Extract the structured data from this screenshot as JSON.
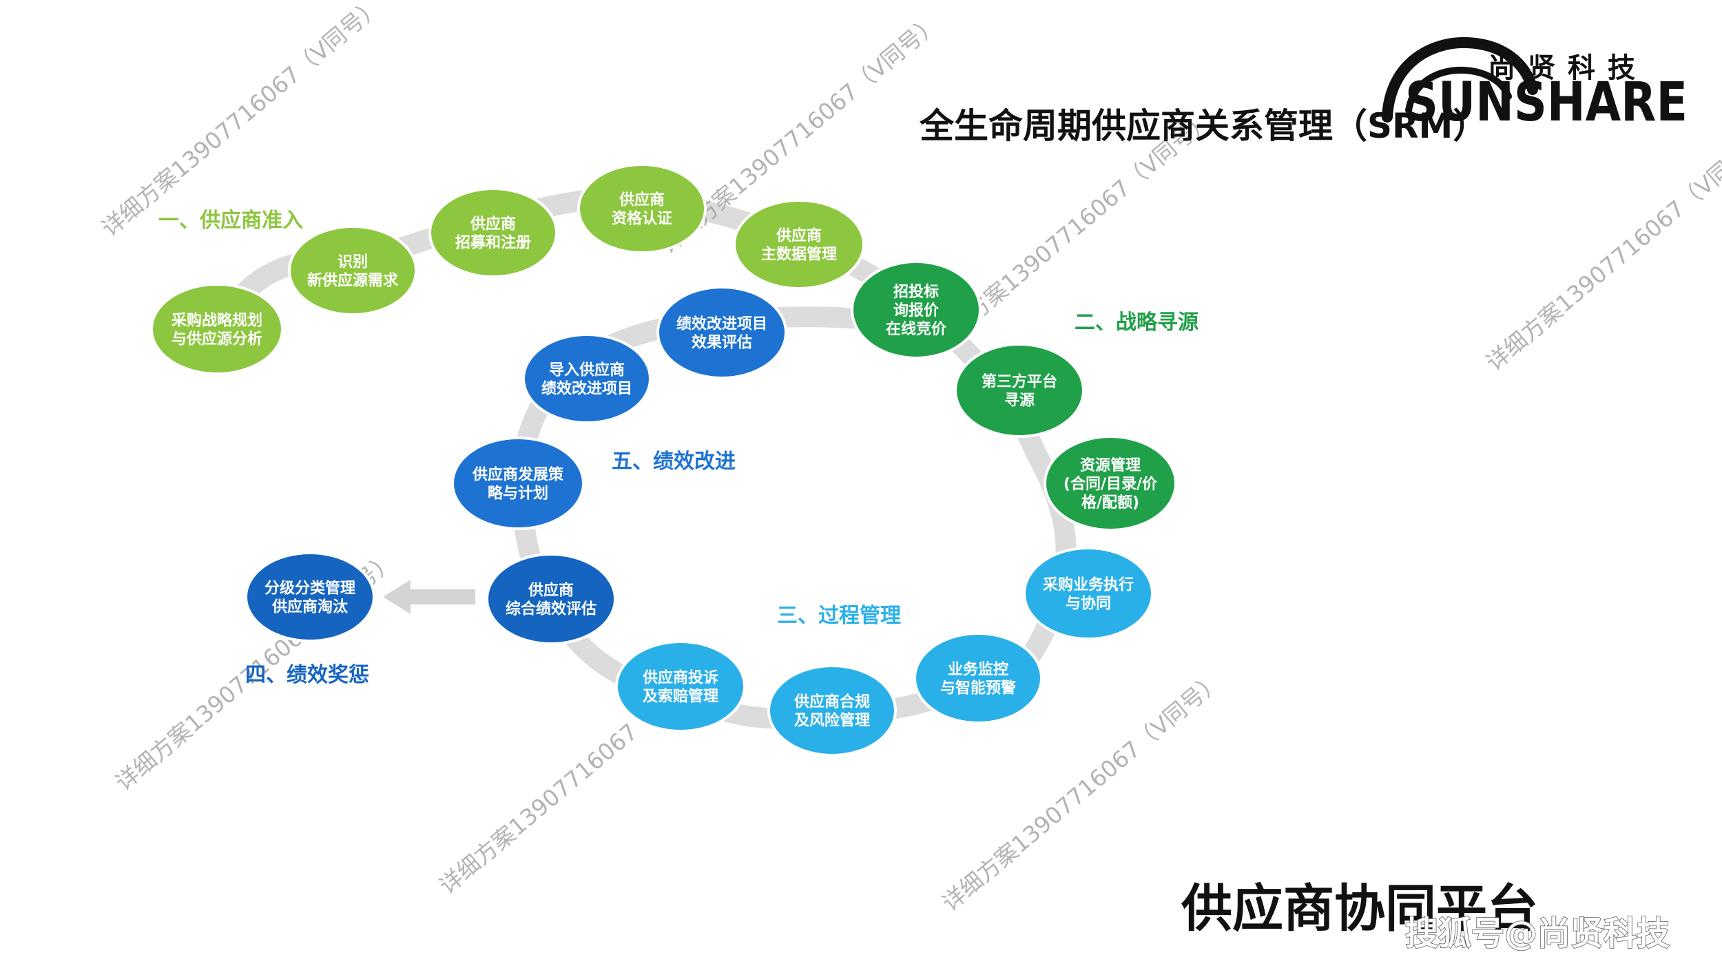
{
  "title": "全生命周期供应商关系管理（SRM）",
  "platform_title": "供应商协同平台",
  "footer": "搜狐号@尚贤科技",
  "logo": {
    "cn": "尚贤科技",
    "en": "SUNSHARE"
  },
  "watermark": "详细方案13907716067（V同号）",
  "colors": {
    "stage1": "#8dc63f",
    "stage2": "#21a04a",
    "stage3": "#2ab0e8",
    "stage4": "#1565c0",
    "stage5": "#1e73d2",
    "track": "#dcdcdc"
  },
  "stages": {
    "s1": {
      "label": "一、供应商准入"
    },
    "s2": {
      "label": "二、战略寻源"
    },
    "s3": {
      "label": "三、过程管理"
    },
    "s4": {
      "label": "四、绩效奖惩"
    },
    "s5": {
      "label": "五、绩效改进"
    }
  },
  "nodes": [
    {
      "stage": "s1",
      "lines": [
        "采购战略规划",
        "与供应源分析"
      ]
    },
    {
      "stage": "s1",
      "lines": [
        "识别",
        "新供应源需求"
      ]
    },
    {
      "stage": "s1",
      "lines": [
        "供应商",
        "招募和注册"
      ]
    },
    {
      "stage": "s1",
      "lines": [
        "供应商",
        "资格认证"
      ]
    },
    {
      "stage": "s1",
      "lines": [
        "供应商",
        "主数据管理"
      ]
    },
    {
      "stage": "s2",
      "lines": [
        "招投标",
        "询报价",
        "在线竞价"
      ]
    },
    {
      "stage": "s2",
      "lines": [
        "第三方平台",
        "寻源"
      ]
    },
    {
      "stage": "s2",
      "lines": [
        "资源管理",
        "(合同/目录/价",
        "格/配额)"
      ]
    },
    {
      "stage": "s3",
      "lines": [
        "采购业务执行",
        "与协同"
      ]
    },
    {
      "stage": "s3",
      "lines": [
        "业务监控",
        "与智能预警"
      ]
    },
    {
      "stage": "s3",
      "lines": [
        "供应商合规",
        "及风险管理"
      ]
    },
    {
      "stage": "s3",
      "lines": [
        "供应商投诉",
        "及索赔管理"
      ]
    },
    {
      "stage": "s4",
      "lines": [
        "供应商",
        "综合绩效评估"
      ]
    },
    {
      "stage": "s4",
      "lines": [
        "分级分类管理",
        "供应商淘汰"
      ]
    },
    {
      "stage": "s5",
      "lines": [
        "供应商发展策",
        "略与计划"
      ]
    },
    {
      "stage": "s5",
      "lines": [
        "导入供应商",
        "绩效改进项目"
      ]
    },
    {
      "stage": "s5",
      "lines": [
        "绩效改进项目",
        "效果评估"
      ]
    }
  ]
}
